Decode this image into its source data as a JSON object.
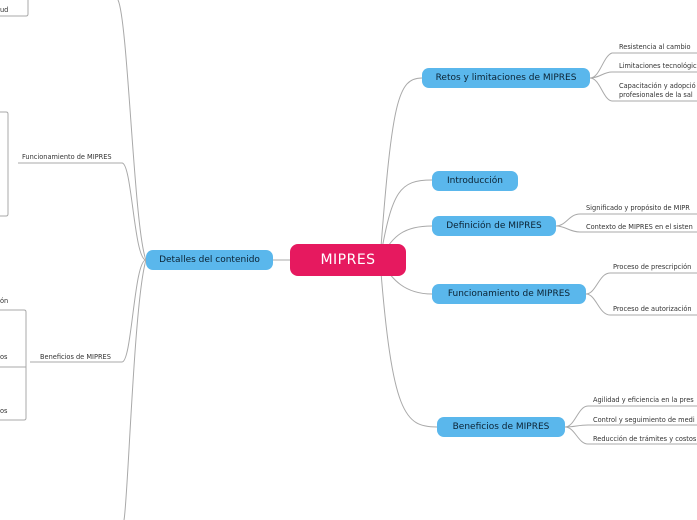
{
  "central": "MIPRES",
  "colors": {
    "central": "#e6195f",
    "branch": "#5ab7ec",
    "line": "#a9a9a9"
  },
  "right_topics": [
    {
      "label": "Retos y limitaciones de MIPRES",
      "children": [
        "Resistencia al cambio",
        "Limitaciones tecnológic",
        "Capacitación y adopció",
        "profesionales de la sal"
      ]
    },
    {
      "label": "Introducción",
      "children": []
    },
    {
      "label": "Definición de MIPRES",
      "children": [
        "Significado y propósito de MIPR",
        "Contexto de MIPRES en el sisten"
      ]
    },
    {
      "label": "Funcionamiento de MIPRES",
      "children": [
        "Proceso de prescripción",
        "Proceso de autorización"
      ]
    },
    {
      "label": "Beneficios de MIPRES",
      "children": [
        "Agilidad y eficiencia en la pres",
        "Control y seguimiento de medi",
        "Reducción de trámites y costos"
      ]
    }
  ],
  "left_topic": {
    "label": "Detalles del contenido",
    "children": [
      {
        "label": "Funcionamiento de MIPRES",
        "children": []
      },
      {
        "label": "Beneficios de MIPRES",
        "children": [
          "ón",
          "os",
          "os"
        ]
      }
    ],
    "cut_fragments": [
      "ud"
    ]
  }
}
